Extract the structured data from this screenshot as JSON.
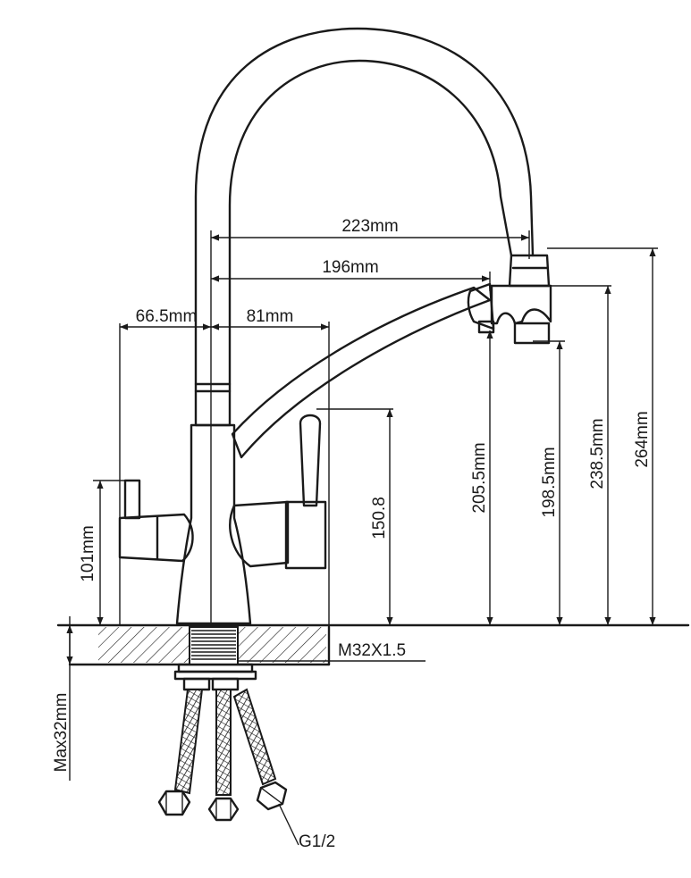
{
  "dimensions": {
    "spout_reach_total": "223mm",
    "spout_reach_swivel": "196mm",
    "left_handle_offset": "66.5mm",
    "right_handle_offset": "81mm",
    "left_handle_height": "101mm",
    "right_handle_height": "150.8",
    "swivel_outlet_height": "205.5mm",
    "pullout_outlet_height": "198.5mm",
    "swivel_top_height": "238.5mm",
    "total_height": "264mm",
    "thread": "M32X1.5",
    "max_deck_thickness": "Max32mm",
    "connection": "G1/2"
  },
  "colors": {
    "line": "#1a1a1a",
    "background": "#ffffff"
  }
}
